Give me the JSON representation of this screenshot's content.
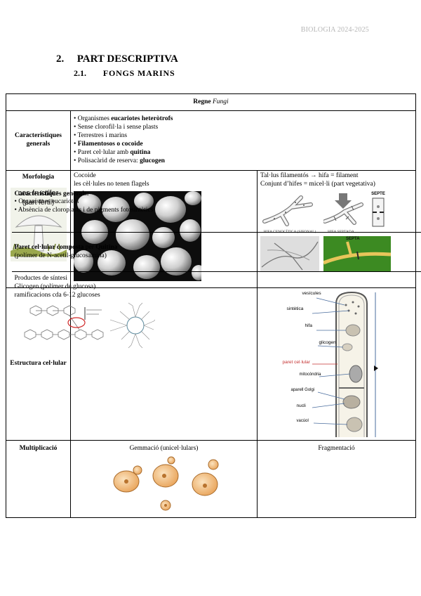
{
  "header": {
    "course": "BIOLOGIA 2024-2025"
  },
  "section": {
    "number": "2.",
    "title": "PART DESCRIPTIVA"
  },
  "subsection": {
    "number": "2.1.",
    "title": "FONGS MARINS"
  },
  "table": {
    "kingdom_prefix": "Regne",
    "kingdom_name": "Fungi",
    "general": {
      "label": "Característiques generals",
      "items": [
        {
          "pre": "Organismes ",
          "bold": "eucariotes heteròtrofs",
          "post": ""
        },
        {
          "pre": "Sense clorofil·la i sense plasts",
          "bold": "",
          "post": ""
        },
        {
          "pre": "Terrestres i marins",
          "bold": "",
          "post": ""
        },
        {
          "pre": "",
          "bold": "Filamentosos o cocoide",
          "post": ""
        },
        {
          "pre": "Paret cel·lular amb ",
          "bold": "quitina",
          "post": ""
        },
        {
          "pre": "Polisacàrid de reserva: ",
          "bold": "glucogen",
          "post": ""
        }
      ]
    },
    "morphology": {
      "label": "Morfologia",
      "fruit_body_title": "cos fructífer",
      "fruit_body_sub": "(part fèrtil)",
      "cocoid_title": "Cocoide",
      "cocoid_note": "les cèl·lules no tenen flagels",
      "filament_line1": "Tal·lus filamentós → hifa = filament",
      "filament_line2": "Conjunt d’hifes = micel·li (part vegetativa)",
      "hypha_label_a": "HIFA CENOCÍTICA (SIFONAL)",
      "hypha_label_b": "HIFA SEPTADA",
      "septum_label": "SEPTE",
      "septum_label_photo": "SEPTA"
    },
    "structure": {
      "label": "Estructura cel·lular",
      "general_title": "Característiques generals:",
      "general_items": [
        "Organismes eucariotes",
        "Absència de cloroplasts i de pigments fotosintètics"
      ],
      "wall_pre": "Paret cel·lular composta",
      "wall_mid": " per ",
      "wall_bold": "Quitina",
      "wall_sub": "(polímer de N-acetil-glucosamina)",
      "products_1": "Productes de síntesi",
      "products_2": "Glicogen (polímer de glucosa)",
      "products_3": "ramificacions cda 6-12 glucoses",
      "diagram_labels": [
        "vesícules",
        "sintètica",
        "hifa",
        "glicogen",
        "paret cel·lular",
        "mitocòndria",
        "aparell Golgi",
        "nucli",
        "vacúol"
      ]
    },
    "multiplication": {
      "label": "Multiplicació",
      "budding": "Gemmació (unicel·lulars)",
      "fragmentation": "Fragmentació"
    }
  }
}
